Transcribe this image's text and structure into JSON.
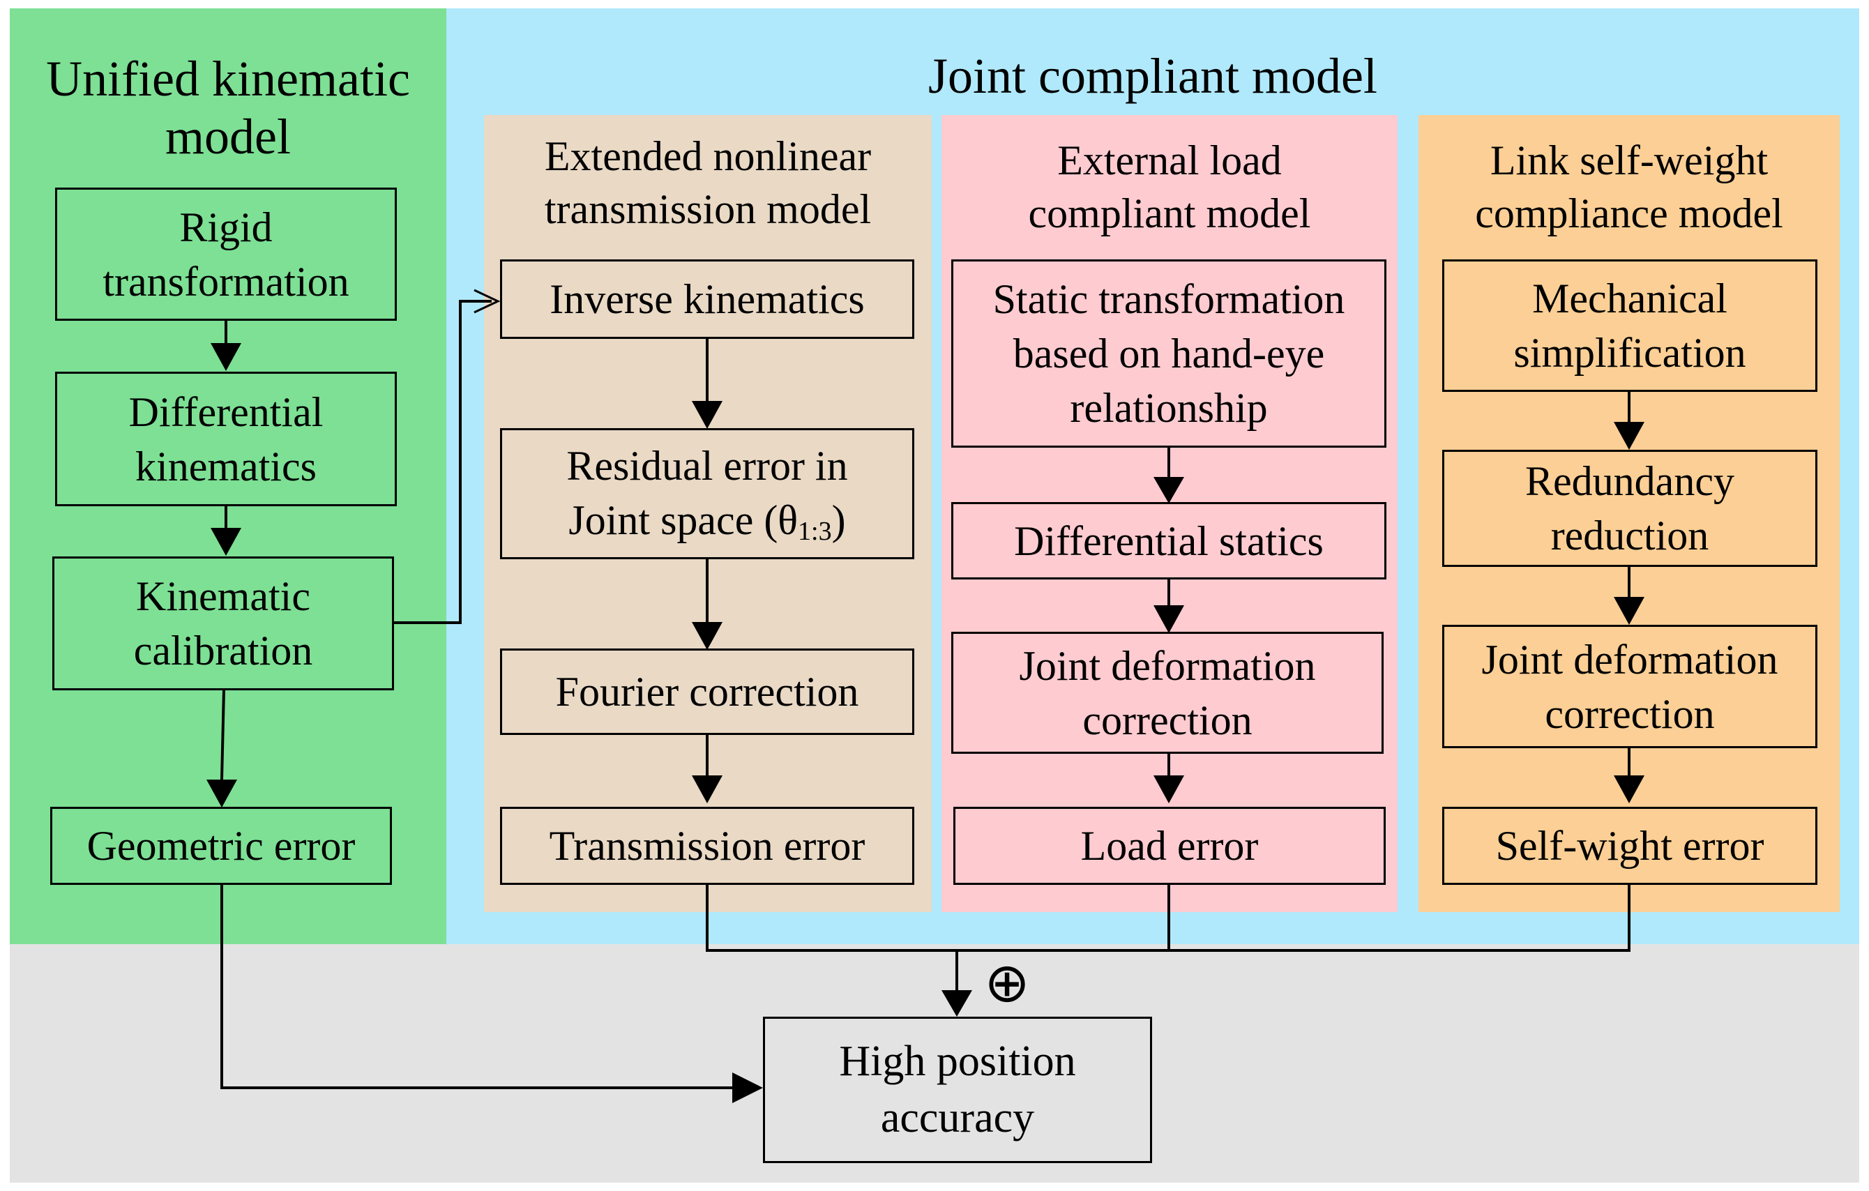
{
  "colors": {
    "kinematic_bg": "#7de094",
    "compliant_bg": "#b0e9fb",
    "bottom_bg": "#e3e3e3",
    "transmission_bg": "#e9d9c5",
    "load_bg": "#fdcbd0",
    "selfweight_bg": "#fbcf95"
  },
  "kinematic": {
    "title_line1": "Unified kinematic",
    "title_line2": "model",
    "boxes": {
      "rigid": {
        "line1": "Rigid",
        "line2": "transformation"
      },
      "differential": {
        "line1": "Differential",
        "line2": "kinematics"
      },
      "calibration": {
        "line1": "Kinematic",
        "line2": "calibration"
      },
      "geometric": {
        "line1": "Geometric error"
      }
    }
  },
  "compliant": {
    "title": "Joint compliant model",
    "transmission": {
      "title_line1": "Extended nonlinear",
      "title_line2": "transmission model",
      "boxes": {
        "inverse": {
          "line1": "Inverse kinematics"
        },
        "residual": {
          "line1": "Residual error in",
          "line2_prefix": "Joint space (θ",
          "line2_sub": "1:3",
          "line2_suffix": ")"
        },
        "fourier": {
          "line1": "Fourier correction"
        },
        "error": {
          "line1": "Transmission error"
        }
      }
    },
    "load": {
      "title_line1": "External load",
      "title_line2": "compliant model",
      "boxes": {
        "static": {
          "line1": "Static transformation",
          "line2": "based on hand-eye",
          "line3": "relationship"
        },
        "statics": {
          "line1": "Differential statics"
        },
        "deformation": {
          "line1": "Joint deformation",
          "line2": "correction"
        },
        "error": {
          "line1": "Load error"
        }
      }
    },
    "selfweight": {
      "title_line1": "Link self-weight",
      "title_line2": "compliance model",
      "boxes": {
        "mechanical": {
          "line1": "Mechanical",
          "line2": "simplification"
        },
        "redundancy": {
          "line1": "Redundancy",
          "line2": "reduction"
        },
        "deformation": {
          "line1": "Joint deformation",
          "line2": "correction"
        },
        "error": {
          "line1": "Self-wight error"
        }
      }
    }
  },
  "result": {
    "line1": "High position",
    "line2": "accuracy"
  },
  "sum_symbol": "⊕"
}
